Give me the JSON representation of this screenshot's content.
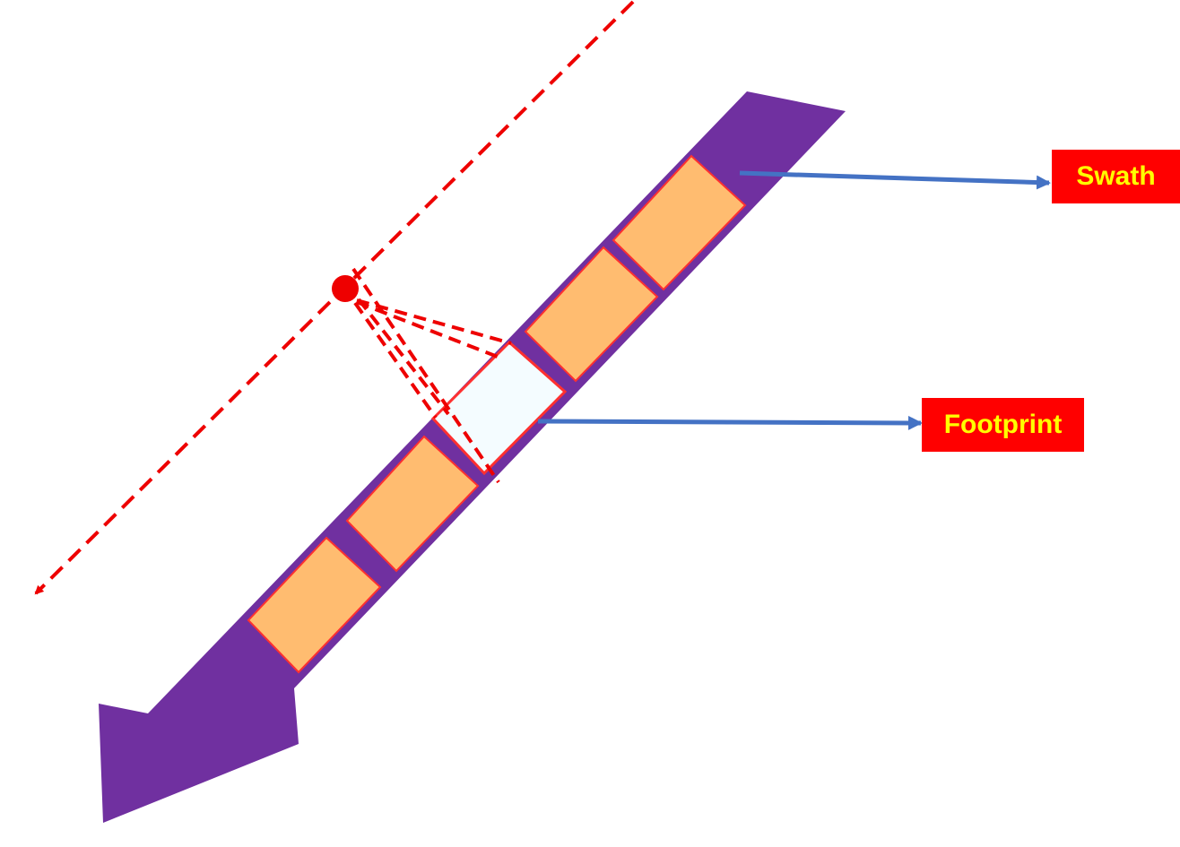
{
  "labels": {
    "swath": "Swath",
    "footprint": "Footprint"
  },
  "colors": {
    "swath_band": "#7030A0",
    "footprint_fill": "#FFBC70",
    "active_footprint_fill": "#F4FCFF",
    "footprint_outline": "#FF3030",
    "dashed_lines": "#EE0000",
    "satellite_dot": "#EE0000",
    "pointer_arrows": "#4472C4",
    "label_background": "#FF0000",
    "label_text": "#FFFF00"
  },
  "footprint_count": 5,
  "active_footprint_index": 2
}
